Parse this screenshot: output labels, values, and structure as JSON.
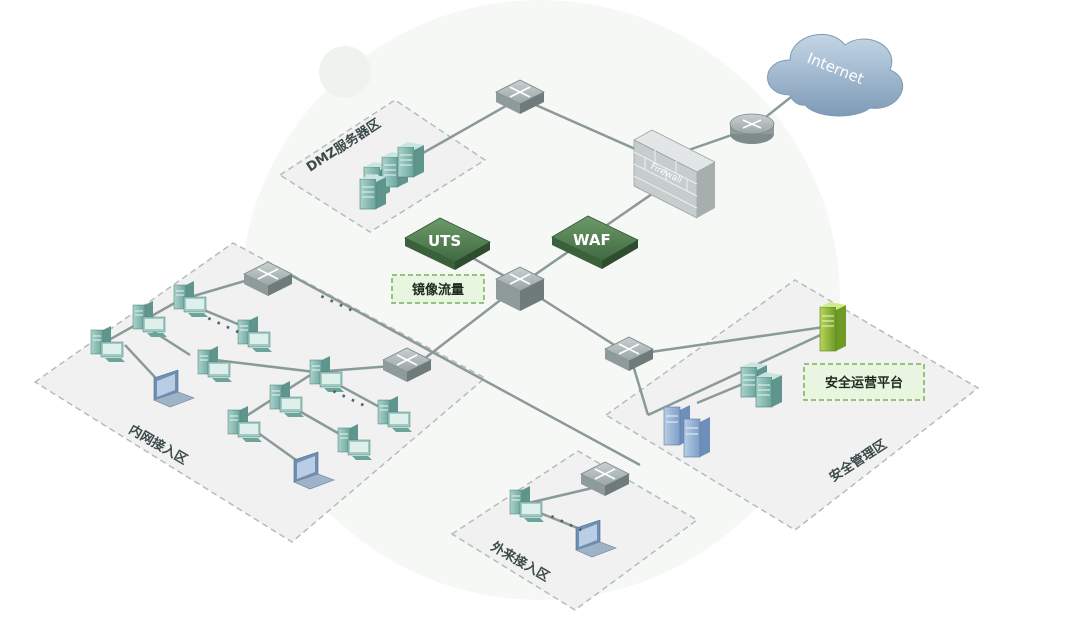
{
  "zones": {
    "dmz": "DMZ服务器区",
    "intranet": "内网接入区",
    "external": "外来接入区",
    "security": "安全管理区"
  },
  "devices": {
    "internet": "Internet",
    "firewall": "Firewall",
    "uts": "UTS",
    "waf": "WAF",
    "mirror_tag": "镜像流量",
    "soc_tag": "安全运营平台"
  },
  "ellipsis": "· · · ·",
  "colors": {
    "link": "#8a9a98",
    "zone_fill": "#f0f1f0",
    "zone_border": "#b6bcbb",
    "device_green": "#4f7a4f",
    "tag_fill": "#e8f5e0",
    "tag_border": "#77b255",
    "server_teal": "#7fb8b0",
    "cloud": "#a9c1d6"
  }
}
